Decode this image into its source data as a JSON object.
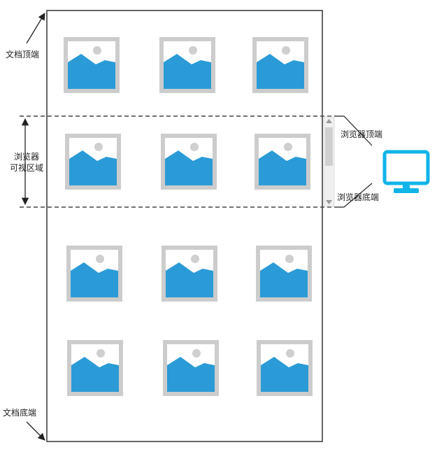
{
  "labels": {
    "document_top": "文档顶端",
    "document_bottom": "文档底端",
    "viewport_line1": "浏览器",
    "viewport_line2": "可视区域",
    "browser_top": "浏览器顶端",
    "browser_bottom": "浏览器底端"
  },
  "image_grid": {
    "rows": 4,
    "columns": 3,
    "placeholder_icon": "image-placeholder-icon"
  },
  "colors": {
    "document_border": "#333333",
    "image_frame": "#cccccc",
    "image_fill": "#2a9bd6",
    "image_sun": "#cfcfcf",
    "monitor": "#10b4e8",
    "dashed_line": "#444444",
    "scrollbar_track": "#f0f0f0",
    "scrollbar_thumb": "#d0d0d0"
  },
  "icons": {
    "monitor": "monitor-icon",
    "scroll_up": "scroll-up-icon",
    "scroll_down": "scroll-down-icon"
  }
}
